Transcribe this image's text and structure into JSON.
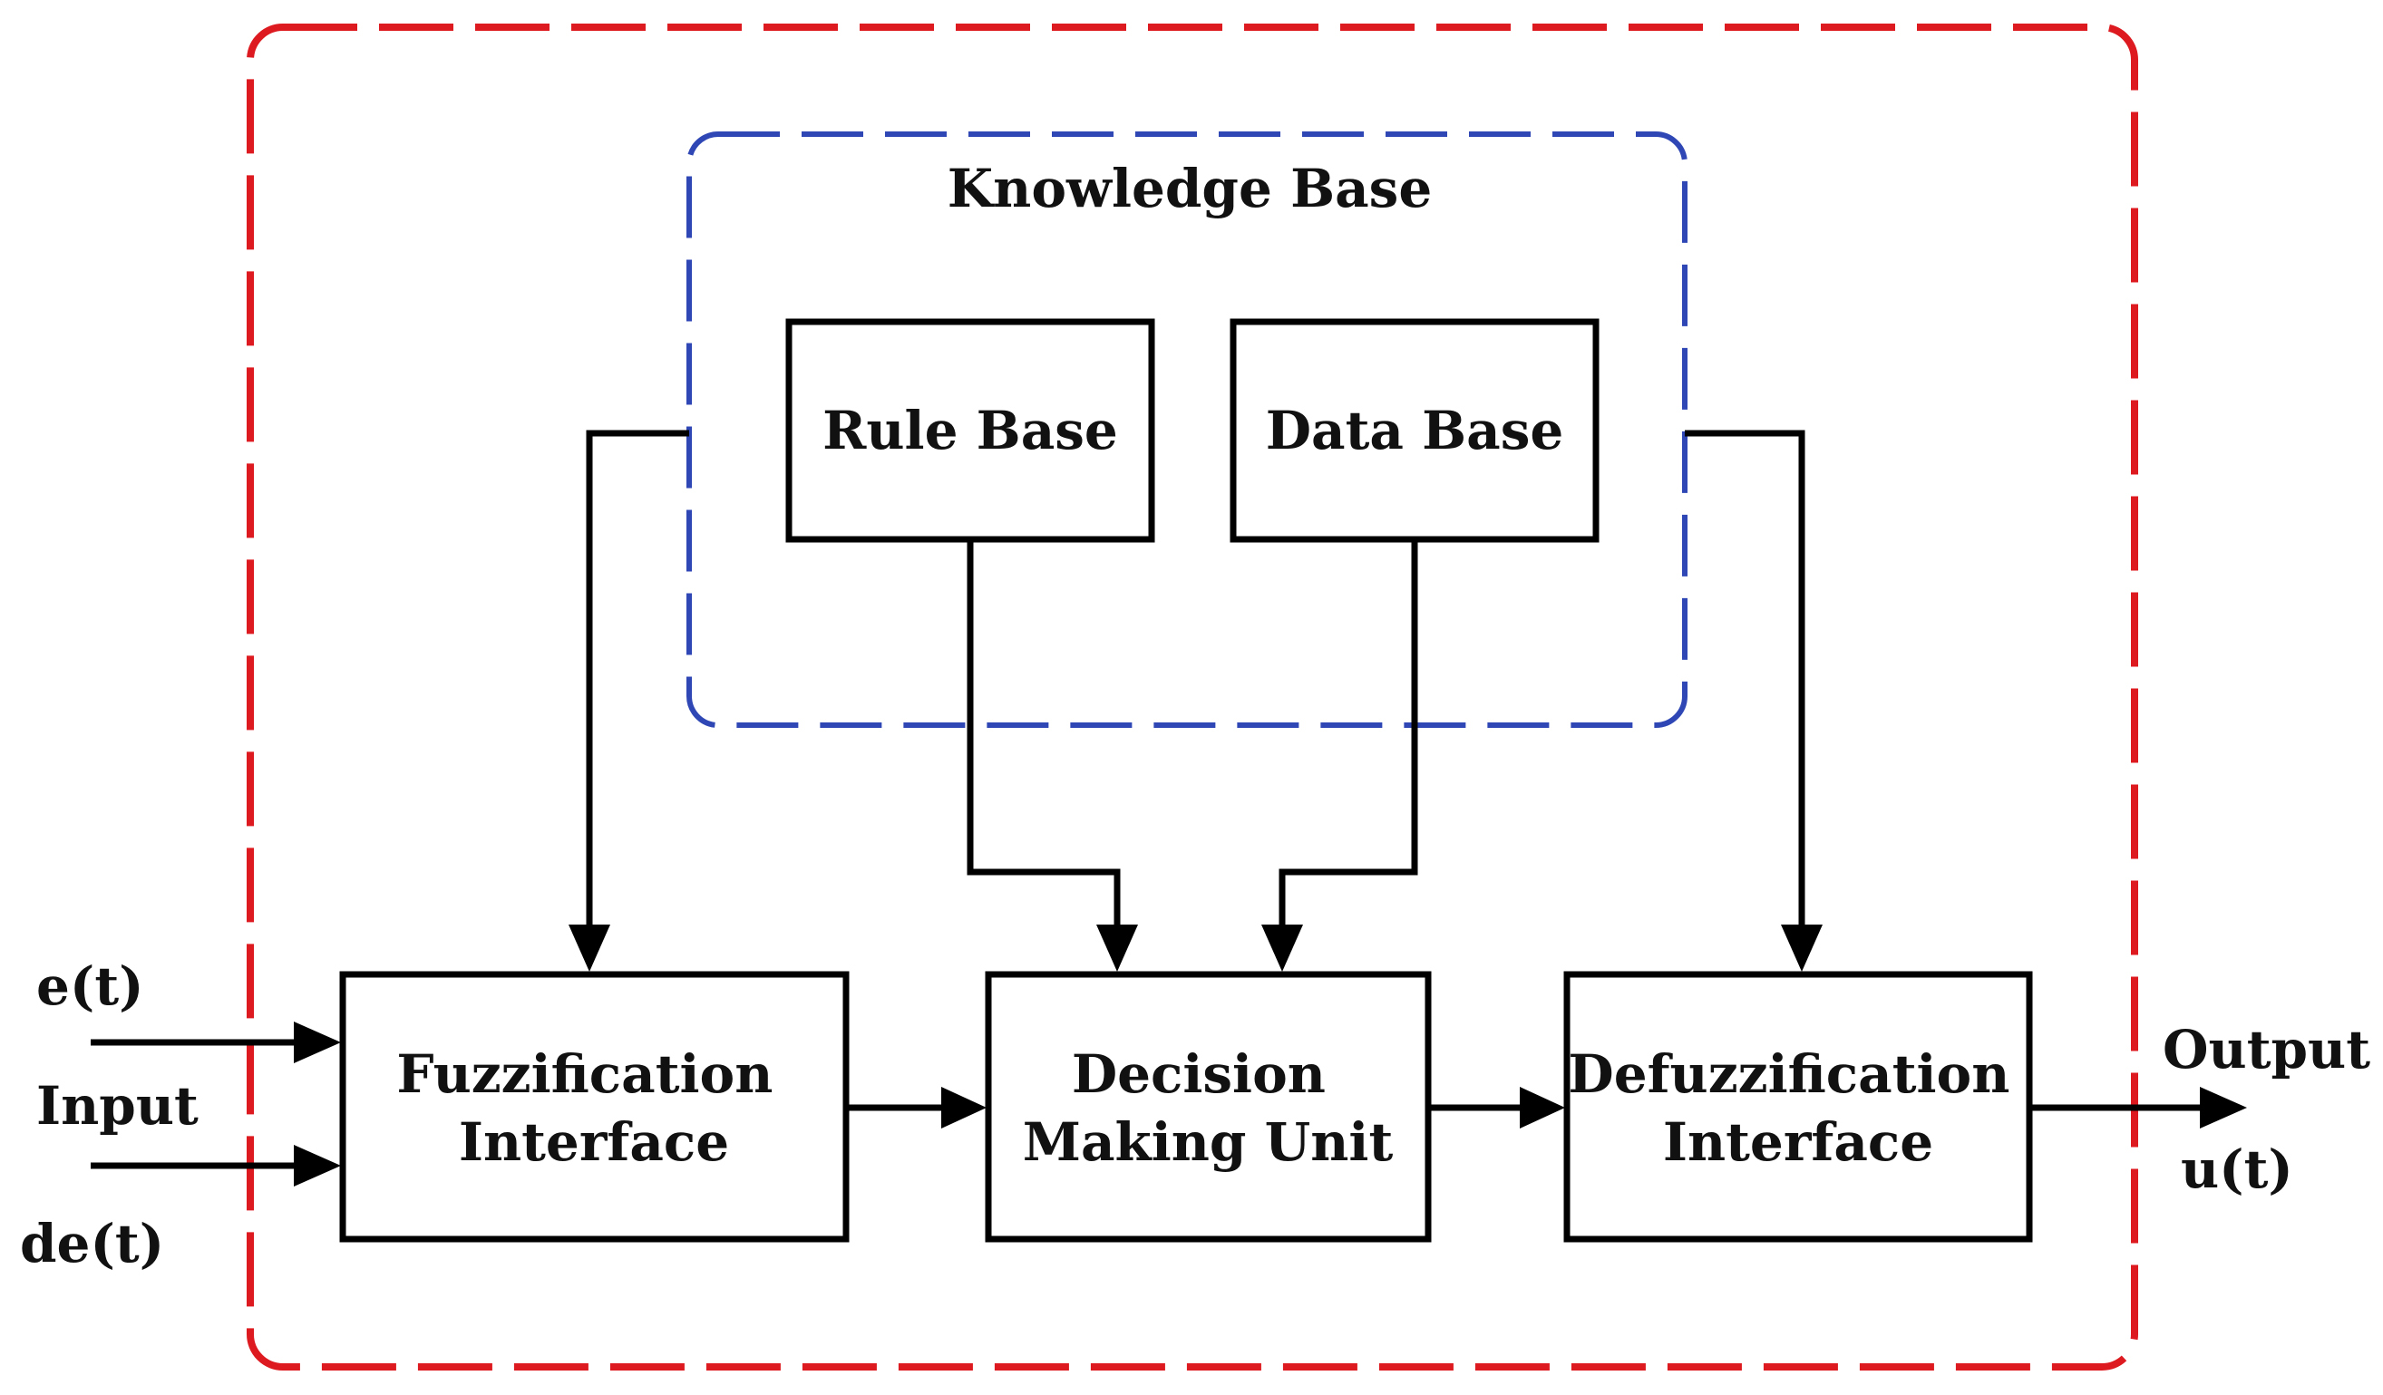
{
  "knowledge_base": {
    "title": "Knowledge Base"
  },
  "blocks": {
    "rule_base": "Rule Base",
    "data_base": "Data Base",
    "fuzzification": [
      "Fuzzification",
      "Interface"
    ],
    "decision": [
      "Decision",
      "Making Unit"
    ],
    "defuzzification": [
      "Defuzzification",
      "Interface"
    ]
  },
  "inputs": {
    "e": "e(t)",
    "label": "Input",
    "de": "de(t)"
  },
  "output": {
    "label": "Output",
    "u": "u(t)"
  },
  "colors": {
    "outer_border": "#dd1a1f",
    "knowledge_border": "#2f47b5",
    "lines": "#000000"
  }
}
